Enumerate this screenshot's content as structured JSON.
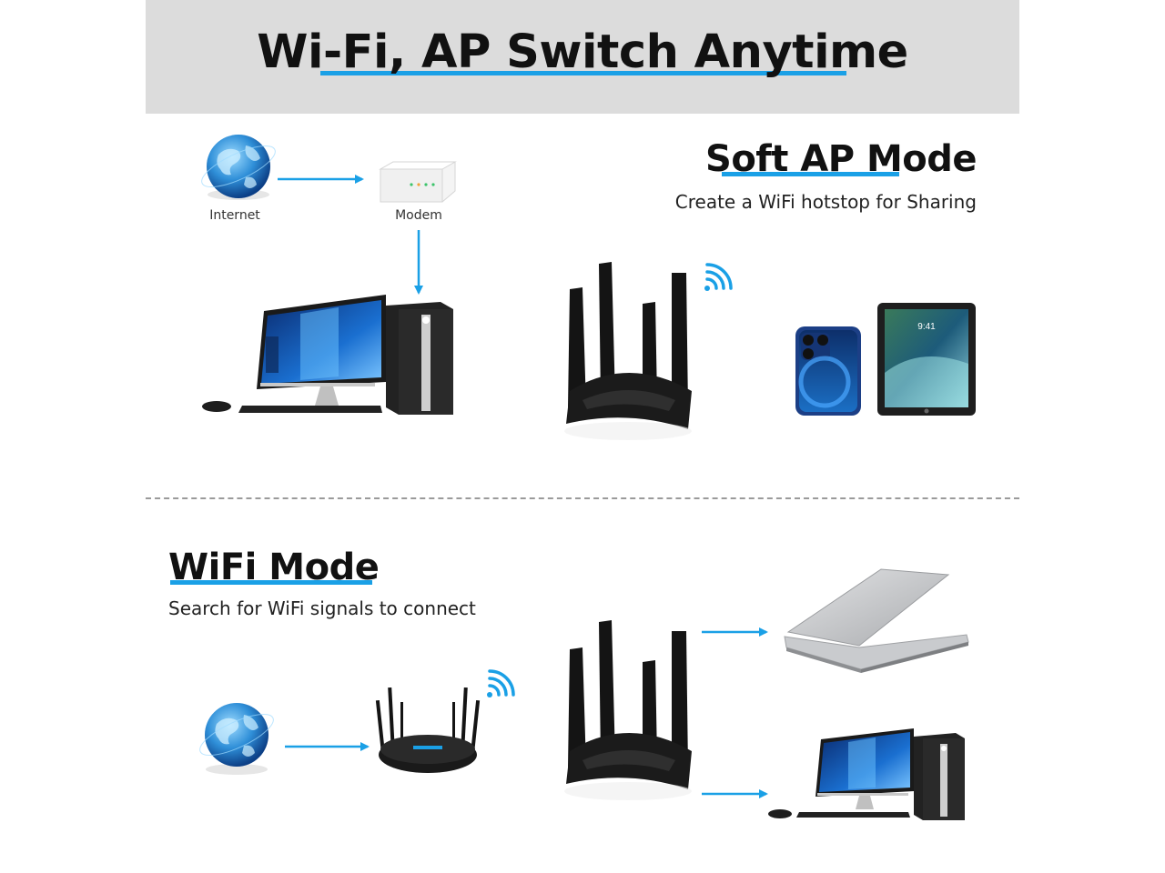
{
  "banner": {
    "title": "Wi-Fi, AP Switch Anytime"
  },
  "colors": {
    "accent": "#1aa0e6",
    "banner_bg": "#dcdcdc",
    "device": "#141414",
    "divider": "#9a9a9a"
  },
  "soft_ap": {
    "title": "Soft AP Mode",
    "subtitle": "Create a WiFi hotstop for Sharing",
    "internet_label": "Internet",
    "modem_label": "Modem",
    "icons": [
      "globe-icon",
      "modem-icon",
      "desktop-computer-icon",
      "usb-adapter-icon",
      "wifi-signal-icon",
      "smartphone-icon",
      "tablet-icon"
    ],
    "phone_time": "9:41"
  },
  "wifi_mode": {
    "title": "WiFi Mode",
    "subtitle": "Search for WiFi signals to connect",
    "icons": [
      "globe-icon",
      "router-icon",
      "wifi-signal-icon",
      "usb-adapter-icon",
      "laptop-icon",
      "desktop-computer-icon"
    ]
  }
}
